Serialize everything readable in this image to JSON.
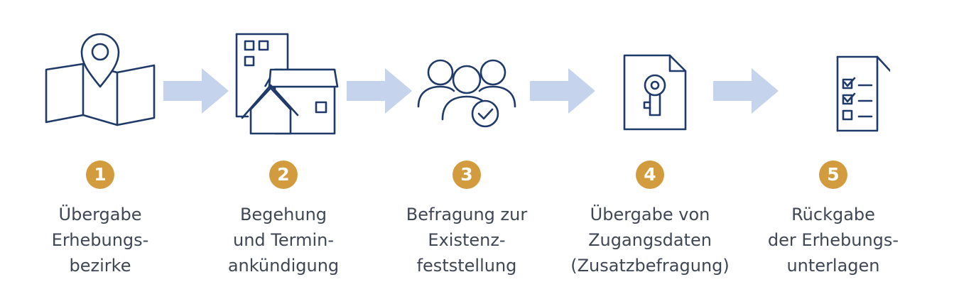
{
  "colors": {
    "icon": "#1f3a68",
    "arrow": "#c6d3ec",
    "badge": "#d19b3e",
    "text": "#3f4654"
  },
  "steps": [
    {
      "number": "1",
      "icon": "map-pin-icon",
      "lines": [
        "Übergabe",
        "Erhebungs-",
        "bezirke"
      ]
    },
    {
      "number": "2",
      "icon": "buildings-icon",
      "lines": [
        "Begehung",
        "und Termin-",
        "ankündigung"
      ]
    },
    {
      "number": "3",
      "icon": "people-check-icon",
      "lines": [
        "Befragung zur",
        "Existenz-",
        "feststellung"
      ]
    },
    {
      "number": "4",
      "icon": "document-key-icon",
      "lines": [
        "Übergabe von",
        "Zugangsdaten",
        "(Zusatzbefragung)"
      ]
    },
    {
      "number": "5",
      "icon": "checklist-icon",
      "lines": [
        "Rückgabe",
        "der Erhebungs-",
        "unterlagen"
      ]
    }
  ]
}
